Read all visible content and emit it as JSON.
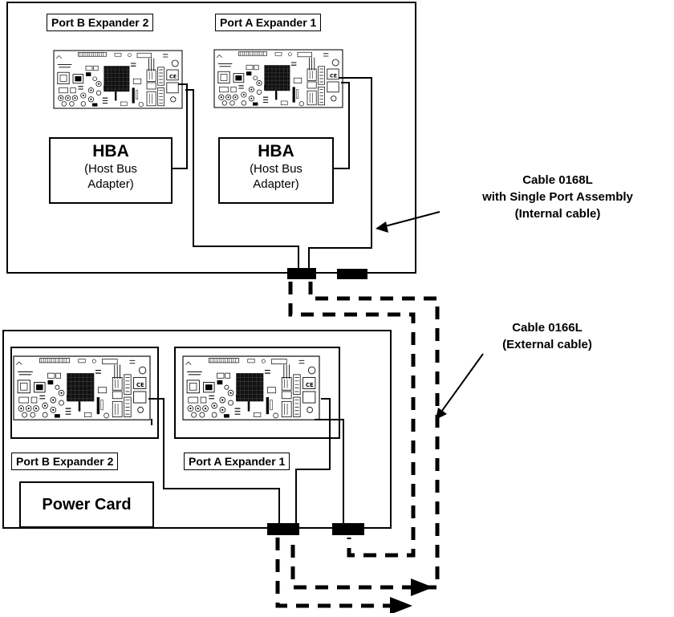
{
  "upper_enclosure": {
    "port_b_label": "Port B Expander 2",
    "port_a_label": "Port A Expander 1",
    "hba_left": {
      "title": "HBA",
      "line1": "(Host Bus",
      "line2": "Adapter)"
    },
    "hba_right": {
      "title": "HBA",
      "line1": "(Host Bus",
      "line2": "Adapter)"
    }
  },
  "lower_enclosure": {
    "port_b_label": "Port B Expander 2",
    "port_a_label": "Port A Expander 1",
    "power_card_label": "Power Card"
  },
  "cable_internal": {
    "line1": "Cable 0168L",
    "line2": "with Single Port Assembly",
    "line3": "(Internal cable)"
  },
  "cable_external": {
    "line1": "Cable 0166L",
    "line2": "(External cable)"
  }
}
